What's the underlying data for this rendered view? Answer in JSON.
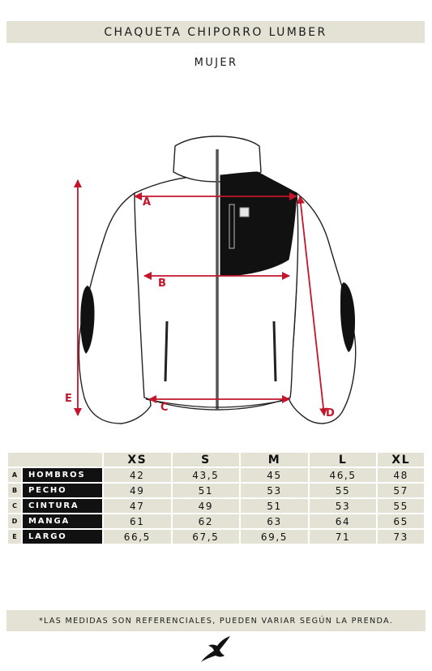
{
  "header": {
    "title": "CHAQUETA CHIPORRO LUMBER",
    "subtitle": "MUJER"
  },
  "diagram": {
    "labels": {
      "a": "A",
      "b": "B",
      "c": "C",
      "d": "D",
      "e": "E"
    },
    "accent_color": "#c5152b"
  },
  "size_table": {
    "columns": [
      "XS",
      "S",
      "M",
      "L",
      "XL"
    ],
    "rows": [
      {
        "key": "A",
        "label": "HOMBROS",
        "values": [
          "42",
          "43,5",
          "45",
          "46,5",
          "48"
        ]
      },
      {
        "key": "B",
        "label": "PECHO",
        "values": [
          "49",
          "51",
          "53",
          "55",
          "57"
        ]
      },
      {
        "key": "C",
        "label": "CINTURA",
        "values": [
          "47",
          "49",
          "51",
          "53",
          "55"
        ]
      },
      {
        "key": "D",
        "label": "MANGA",
        "values": [
          "61",
          "62",
          "63",
          "64",
          "65"
        ]
      },
      {
        "key": "E",
        "label": "LARGO",
        "values": [
          "66,5",
          "67,5",
          "69,5",
          "71",
          "73"
        ]
      }
    ]
  },
  "footer": {
    "note": "*LAS MEDIDAS SON REFERENCIALES, PUEDEN VARIAR SEGÚN LA PRENDA.",
    "logo_icon": "bird-logo-icon"
  }
}
